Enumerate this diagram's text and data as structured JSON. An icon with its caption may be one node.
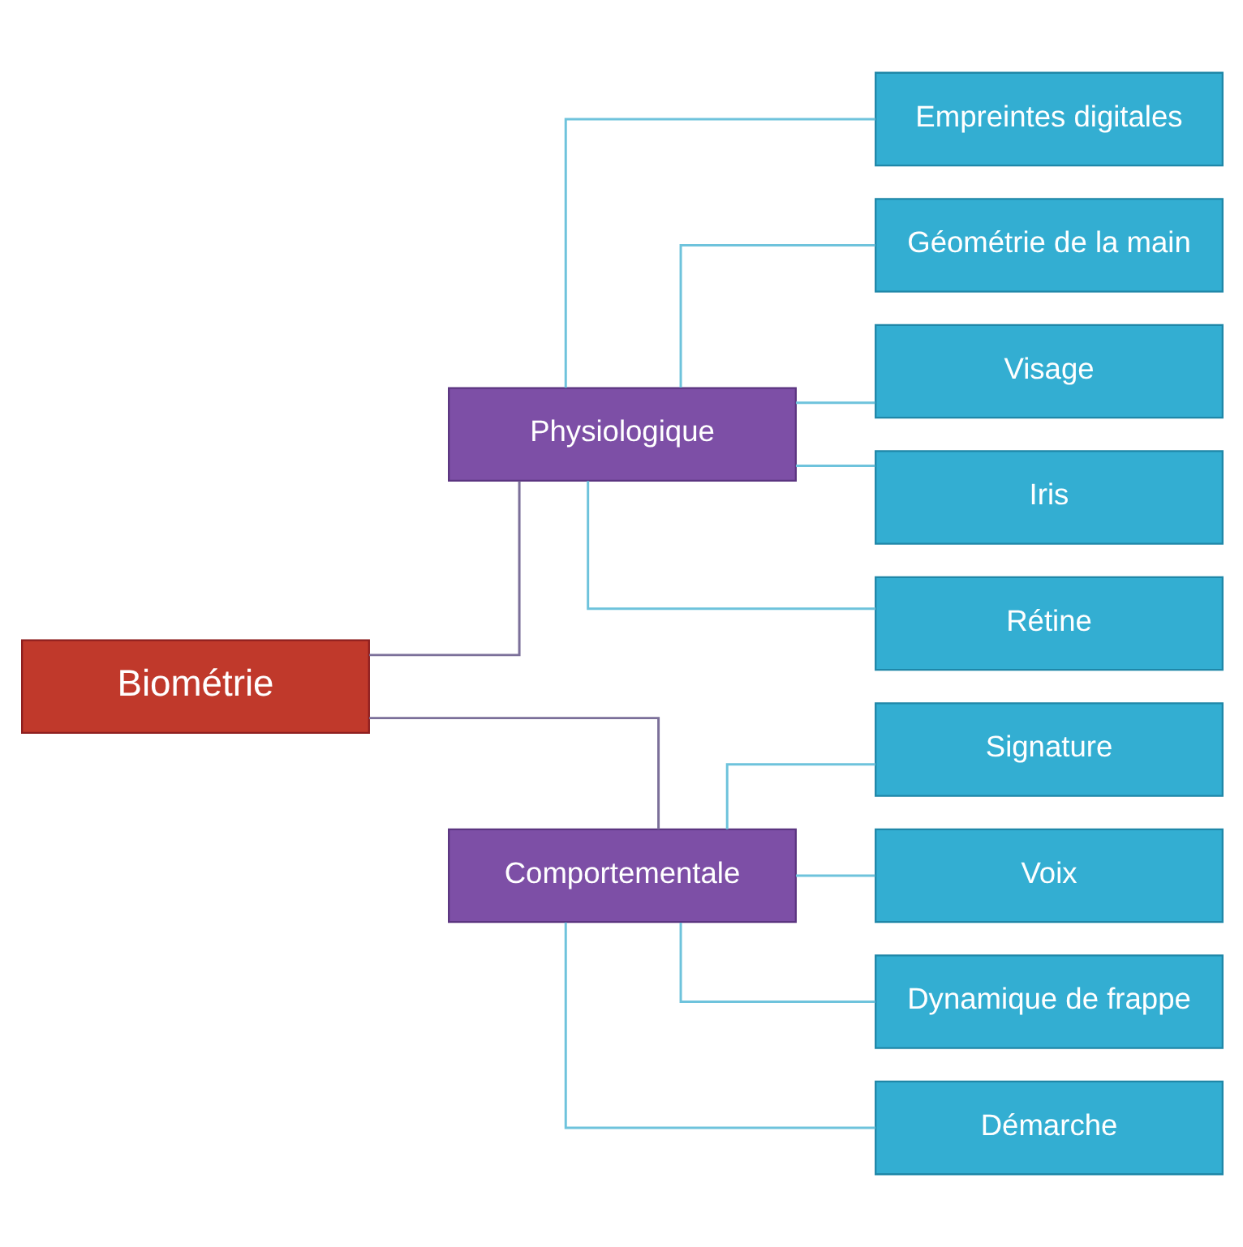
{
  "diagram": {
    "nodes": [
      {
        "text": [
          "Biométrie"
        ]
      },
      {
        "text": [
          "Physiologique"
        ]
      },
      {
        "text": [
          "Comportementale"
        ]
      },
      {
        "text": [
          "Empreintes digitales"
        ]
      },
      {
        "text": [
          "Géométrie de la main"
        ]
      },
      {
        "text": [
          "Visage"
        ]
      },
      {
        "text": [
          "Iris"
        ]
      },
      {
        "text": [
          "Rétine"
        ]
      },
      {
        "text": [
          "Signature"
        ]
      },
      {
        "text": [
          "Voix"
        ]
      },
      {
        "text": [
          "Dynamique de frappe"
        ]
      },
      {
        "text": [
          "Démarche"
        ]
      }
    ],
    "edges": [
      {
        "from": 0,
        "to": 1,
        "arrow": "none",
        "color": "#7b6f99"
      },
      {
        "from": 0,
        "to": 2,
        "arrow": "none",
        "color": "#7b6f99"
      },
      {
        "from": 1,
        "to": 3,
        "arrow": "none"
      },
      {
        "from": 1,
        "to": 4,
        "arrow": "none"
      },
      {
        "from": 1,
        "to": 5,
        "arrow": "none"
      },
      {
        "from": 1,
        "to": 6,
        "arrow": "none"
      },
      {
        "from": 1,
        "to": 7,
        "arrow": "none"
      },
      {
        "from": 2,
        "to": 8,
        "arrow": "none"
      },
      {
        "from": 2,
        "to": 9,
        "arrow": "none"
      },
      {
        "from": 2,
        "to": 10,
        "arrow": "none"
      },
      {
        "from": 2,
        "to": 11,
        "arrow": "none"
      }
    ]
  }
}
